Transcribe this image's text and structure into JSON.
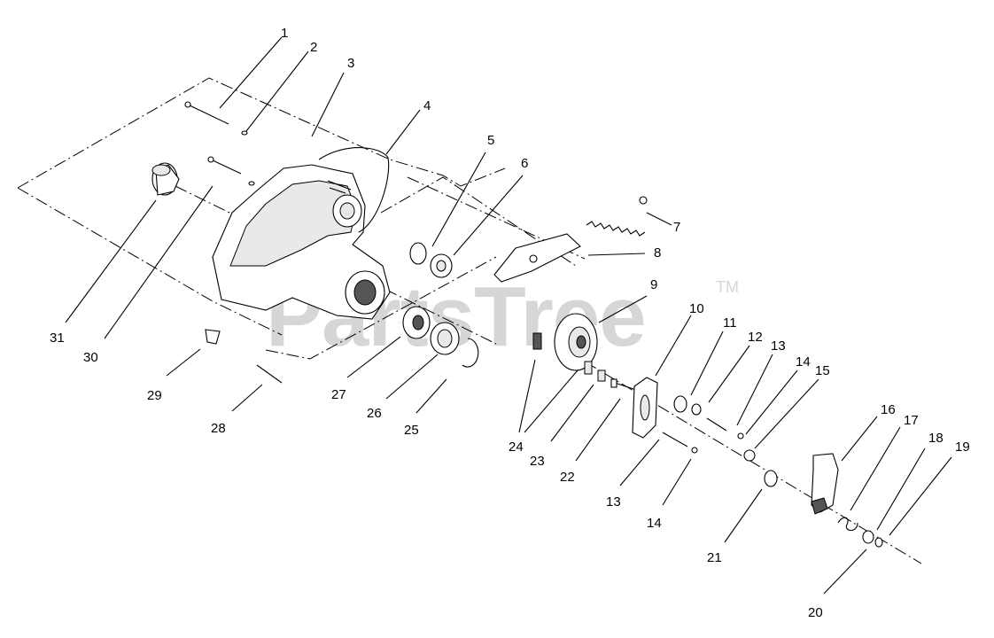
{
  "watermark": {
    "text": "PartsTree",
    "trademark": "TM"
  },
  "callouts": [
    "1",
    "2",
    "3",
    "4",
    "5",
    "6",
    "7",
    "8",
    "9",
    "10",
    "11",
    "12",
    "13",
    "14",
    "15",
    "16",
    "17",
    "18",
    "19",
    "20",
    "21",
    "22",
    "23",
    "24",
    "25",
    "26",
    "27",
    "28",
    "29",
    "30",
    "31",
    "13",
    "14"
  ],
  "colors": {
    "ink": "#000000",
    "watermark": "#d6d6d6",
    "background": "#ffffff"
  }
}
